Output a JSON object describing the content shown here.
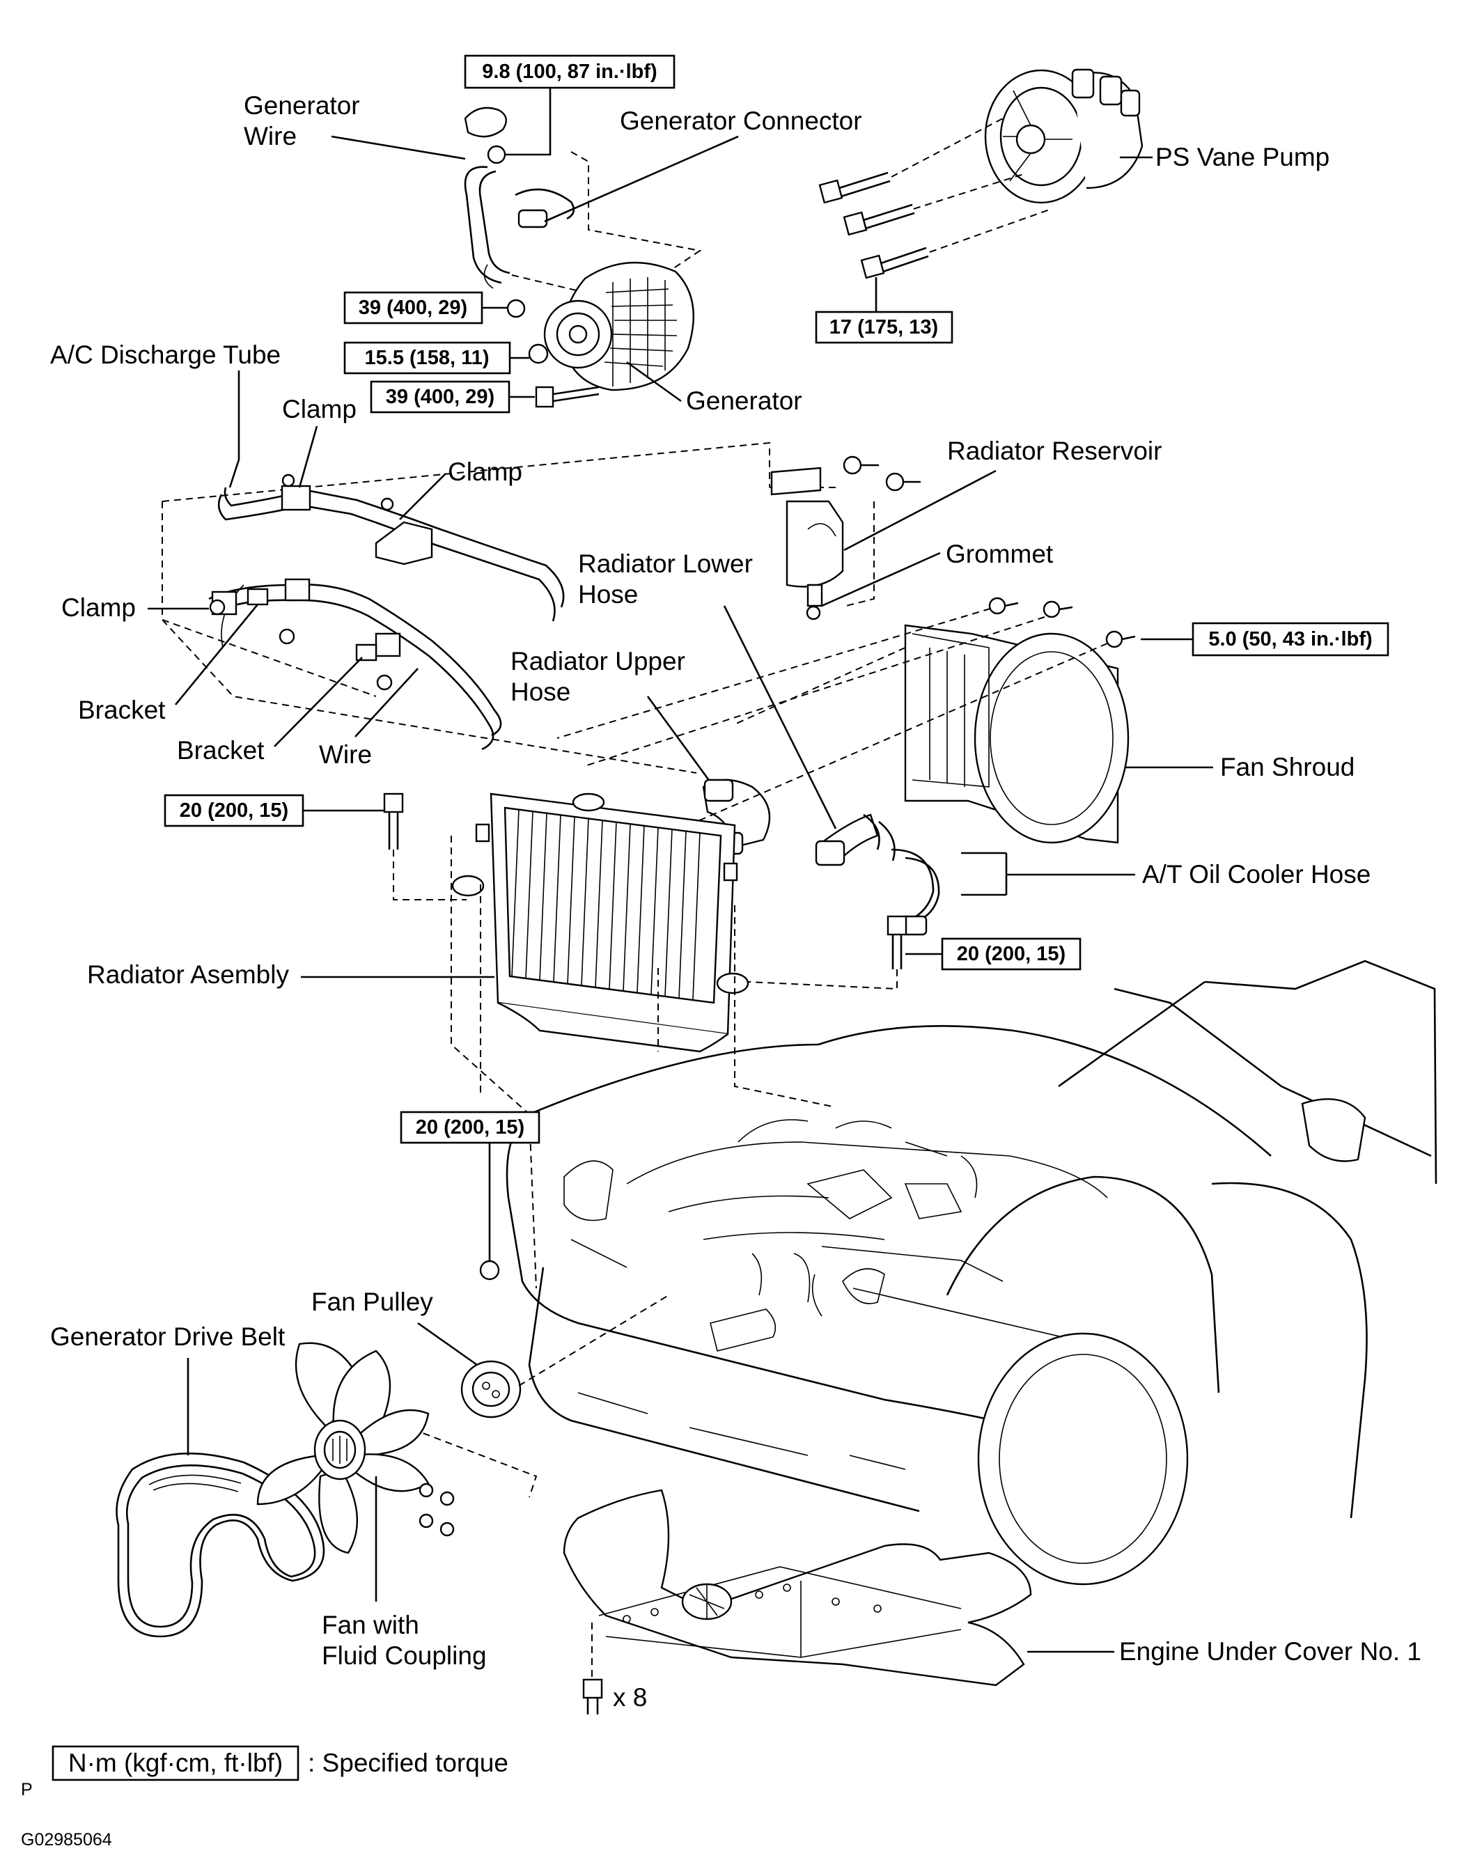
{
  "labels": {
    "generator_wire": [
      "Generator",
      "Wire"
    ],
    "generator_connector": "Generator Connector",
    "ps_vane_pump": "PS Vane Pump",
    "ac_discharge_tube": "A/C Discharge Tube",
    "generator": "Generator",
    "clamp": "Clamp",
    "radiator_reservoir": "Radiator Reservoir",
    "grommet": "Grommet",
    "radiator_lower_hose": [
      "Radiator Lower",
      "Hose"
    ],
    "bracket": "Bracket",
    "wire": "Wire",
    "radiator_upper_hose": [
      "Radiator Upper",
      "Hose"
    ],
    "fan_shroud": "Fan Shroud",
    "at_oil_cooler_hose": "A/T Oil Cooler Hose",
    "radiator_assembly": "Radiator Asembly",
    "fan_pulley": "Fan Pulley",
    "generator_drive_belt": "Generator Drive Belt",
    "fan_with_fluid_coupling": [
      "Fan with",
      "Fluid Coupling"
    ],
    "engine_under_cover": "Engine Under Cover No. 1",
    "bolt_count": "x 8"
  },
  "torques": {
    "gen_connector_nut": "9.8 (100, 87 in.·lbf)",
    "gen_terminal_nut": "39 (400, 29)",
    "gen_nut_15_5": "15.5 (158, 11)",
    "gen_bolt": "39 (400, 29)",
    "ps_pump_bolts": "17 (175, 13)",
    "fan_shroud_bolts": "5.0 (50, 43 in.·lbf)",
    "radiator_upper_left": "20 (200, 15)",
    "radiator_right": "20 (200, 15)",
    "radiator_lower_nut": "20 (200, 15)"
  },
  "legend": {
    "symbol_text": "N·m (kgf·cm, ft·lbf)",
    "description": ": Specified torque"
  },
  "footer": {
    "corner_letter": "P",
    "figure_code": "G02985064"
  }
}
